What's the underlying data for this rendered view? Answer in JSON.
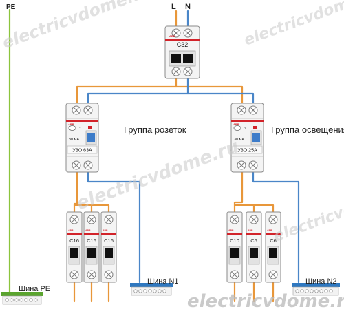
{
  "colors": {
    "pe_wire": "#8cc43d",
    "line_wire": "#e8973a",
    "neutral_wire": "#4a86c8",
    "abb_red": "#d2232a",
    "device_body": "#f4f4f4",
    "device_stroke": "#8a8a8a",
    "pe_bus": "#5aa42e",
    "n_bus": "#2f78c0"
  },
  "labels": {
    "pe": "PE",
    "phase": "L",
    "neutral": "N",
    "main_breaker": "C32",
    "group_sockets": "Группа розеток",
    "group_lighting": "Группа освещения",
    "bus_pe": "Шина PE",
    "bus_n1": "Шина N1",
    "bus_n2": "Шина N2",
    "watermark_bottom": "electricvdome.ru"
  },
  "rcds": [
    {
      "id": "rcd-sockets",
      "brand": "ABB",
      "sensitivity": "30 мА",
      "rating": "УЗО 63А",
      "test": "T"
    },
    {
      "id": "rcd-lighting",
      "brand": "ABB",
      "sensitivity": "30 мА",
      "rating": "УЗО 25А",
      "test": "T"
    }
  ],
  "breakers_sockets": [
    "C16",
    "C16",
    "C16"
  ],
  "breakers_lighting": [
    "C10",
    "C6",
    "C6"
  ],
  "brand": "ABB",
  "watermark": "electricvdome.ru"
}
